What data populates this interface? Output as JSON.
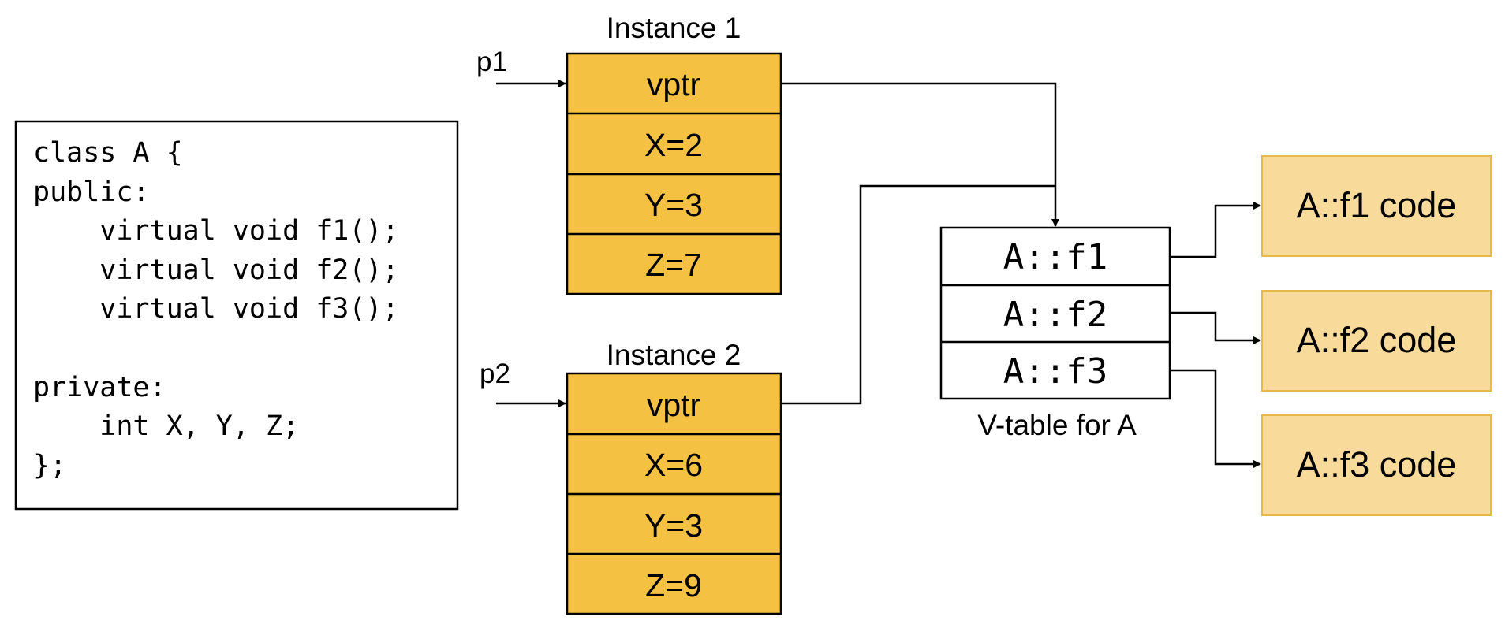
{
  "code_box": {
    "lines": [
      "class A {",
      "public:",
      "    virtual void f1();",
      "    virtual void f2();",
      "    virtual void f3();",
      "",
      "private:",
      "    int X, Y, Z;",
      "};"
    ]
  },
  "instance1": {
    "title": "Instance 1",
    "pointer": "p1",
    "cells": [
      "vptr",
      "X=2",
      "Y=3",
      "Z=7"
    ]
  },
  "instance2": {
    "title": "Instance 2",
    "pointer": "p2",
    "cells": [
      "vptr",
      "X=6",
      "Y=3",
      "Z=9"
    ]
  },
  "vtable": {
    "caption": "V-table for A",
    "entries": [
      "A::f1",
      "A::f2",
      "A::f3"
    ]
  },
  "code_blocks": [
    "A::f1 code",
    "A::f2 code",
    "A::f3 code"
  ],
  "colors": {
    "instance_fill": "#F4C142",
    "code_fill": "#F8DA9A",
    "code_border": "#E8B84A",
    "line": "#000000"
  }
}
